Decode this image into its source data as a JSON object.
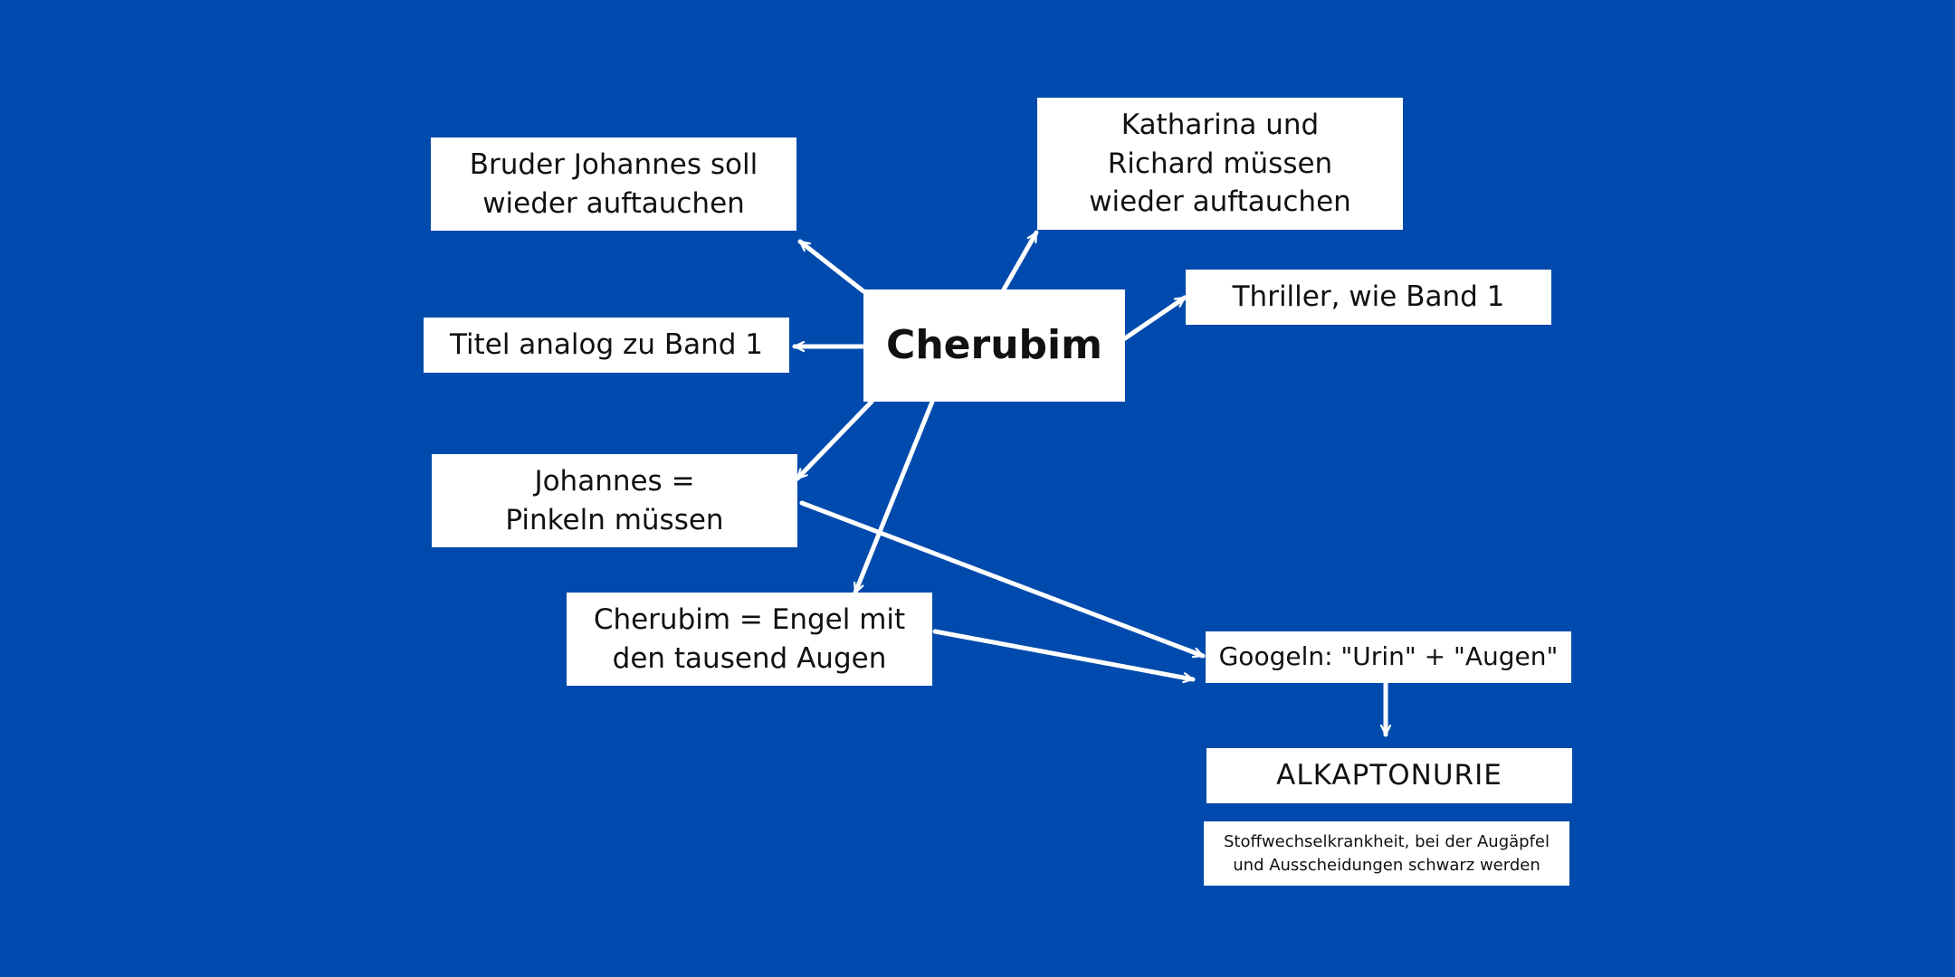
{
  "diagram": {
    "nodes": {
      "center": "Cherubim",
      "johannes_return": "Bruder Johannes soll wieder auftauchen",
      "katharina_richard": "Katharina und Richard müssen wieder auftauchen",
      "thriller": "Thriller, wie Band 1",
      "title_analog": "Titel analog zu Band 1",
      "johannes_pinkeln": "Johannes = Pinkeln müssen",
      "cherubim_engel": "Cherubim = Engel mit den tausend Augen",
      "googeln": "Googeln: \"Urin\" + \"Augen\"",
      "alkaptonurie": "ALKAPTONURIE",
      "stoffwechsel": "Stoffwechselkrankheit, bei der Augäpfel und Ausscheidungen schwarz werden"
    },
    "colors": {
      "background": "#004AAD",
      "box": "#FFFFFF",
      "text": "#111111",
      "arrow": "#FFFFFF"
    }
  }
}
